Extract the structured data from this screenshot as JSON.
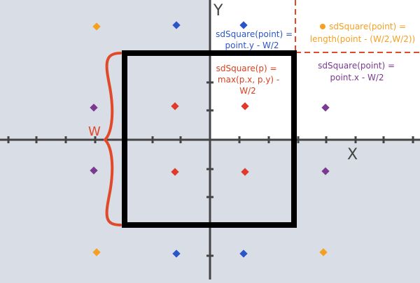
{
  "axes": {
    "x_label": "X",
    "y_label": "Y",
    "width_label": "W"
  },
  "annotations": {
    "top_region": [
      "sdSquare(point) =",
      "point.y - W/2"
    ],
    "corner_region": [
      "sdSquare(point) =",
      "length(point - (W/2,W/2))"
    ],
    "side_region": [
      "sdSquare(point) =",
      "point.x - W/2"
    ],
    "inside_region": [
      "sdSquare(p) =",
      "max(p.x, p.y) -",
      "W/2"
    ]
  },
  "colors": {
    "background": "#d9dde6",
    "highlight_quadrant": "#ffffff",
    "axis": "#444444",
    "square_outline": "#000000",
    "brace": "#e04a2a",
    "divider": "#e04a2a",
    "blue_points": "#2a55c8",
    "orange_points": "#f5a020",
    "purple_points": "#7a3a90",
    "red_points": "#e03a2a",
    "blue_text": "#2a55c8",
    "orange_text": "#f5a020",
    "purple_text": "#7a3a90",
    "red_text": "#d84020"
  },
  "point_groups": [
    {
      "group": "blue",
      "color_key": "blue_points"
    },
    {
      "group": "orange",
      "color_key": "orange_points"
    },
    {
      "group": "purple",
      "color_key": "purple_points"
    },
    {
      "group": "red",
      "color_key": "red_points"
    }
  ]
}
